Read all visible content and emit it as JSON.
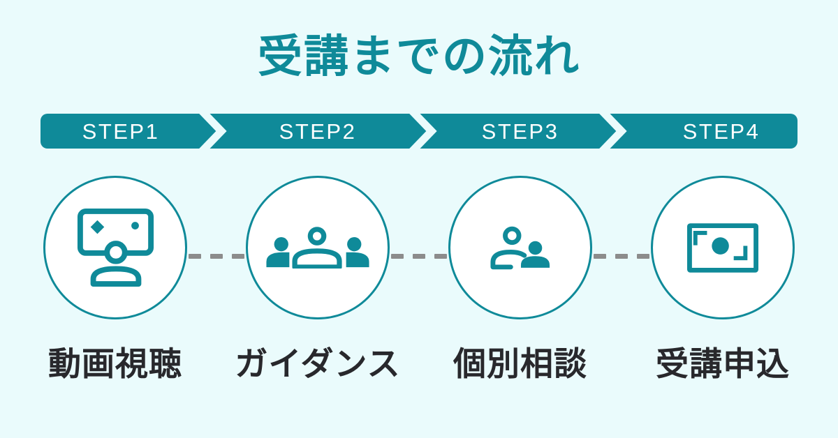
{
  "page": {
    "title": "受講までの流れ"
  },
  "colors": {
    "teal": "#0F8A99",
    "bg": "#EAFBFC",
    "label": "#28282C",
    "dash": "#8C8C8C",
    "white": "#FFFFFF"
  },
  "steps": [
    {
      "step": "STEP1",
      "label": "動画視聴",
      "icon": "video-screen-viewer-icon"
    },
    {
      "step": "STEP2",
      "label": "ガイダンス",
      "icon": "group-people-icon"
    },
    {
      "step": "STEP3",
      "label": "個別相談",
      "icon": "two-people-consultation-icon"
    },
    {
      "step": "STEP4",
      "label": "受講申込",
      "icon": "banknote-icon"
    }
  ]
}
